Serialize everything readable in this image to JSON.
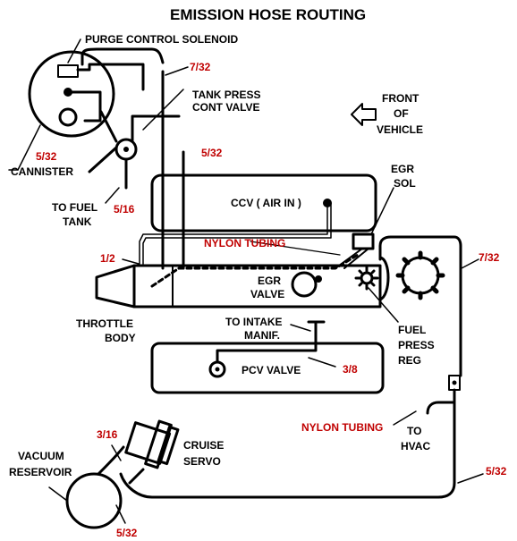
{
  "title": "EMISSION HOSE ROUTING",
  "labels": {
    "purge_control_solenoid": "PURGE CONTROL SOLENOID",
    "tank_press_1": "TANK PRESS",
    "tank_press_2": "CONT  VALVE",
    "front_1": "FRONT",
    "front_2": "OF",
    "front_3": "VEHICLE",
    "cannister": "CANNISTER",
    "to_fuel_1": "TO FUEL",
    "to_fuel_2": "TANK",
    "ccv": "CCV  ( AIR IN )",
    "egr_sol_1": "EGR",
    "egr_sol_2": "SOL",
    "egr_valve_1": "EGR",
    "egr_valve_2": "VALVE",
    "throttle_1": "THROTTLE",
    "throttle_2": "BODY",
    "to_intake_1": "TO INTAKE",
    "to_intake_2": "MANIF.",
    "fuel_press_1": "FUEL",
    "fuel_press_2": "PRESS",
    "fuel_press_3": "REG",
    "pcv_valve": "PCV  VALVE",
    "cruise_1": "CRUISE",
    "cruise_2": "SERVO",
    "vacuum_1": "VACUUM",
    "vacuum_2": "RESERVOIR",
    "to_hvac_1": "TO",
    "to_hvac_2": "HVAC",
    "nylon_tubing_top": "NYLON TUBING",
    "nylon_tubing_bottom": "NYLON TUBING"
  },
  "sizes": {
    "s_7_32_top": "7/32",
    "s_5_32_left": "5/32",
    "s_5_32_mid": "5/32",
    "s_5_16": "5/16",
    "s_1_2": "1/2",
    "s_7_32_right": "7/32",
    "s_3_8": "3/8",
    "s_3_16": "3/16",
    "s_5_32_bottom": "5/32",
    "s_5_32_right": "5/32"
  },
  "colors": {
    "line": "#000000",
    "size_label": "#c00000",
    "background": "#ffffff"
  }
}
